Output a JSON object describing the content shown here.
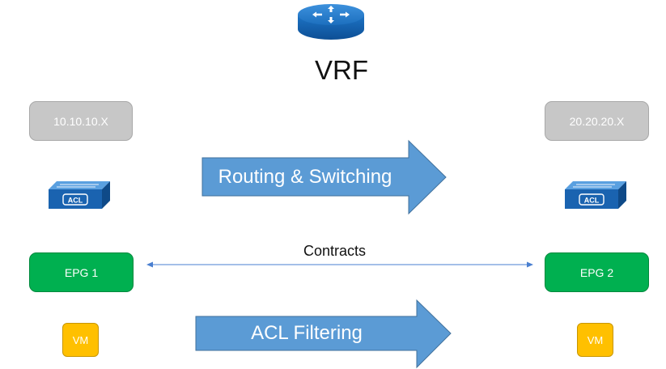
{
  "title": "VRF",
  "left": {
    "subnet": "10.10.10.X",
    "epg": "EPG 1",
    "vm": "VM",
    "switch_icon_label": "ACL"
  },
  "right": {
    "subnet": "20.20.20.X",
    "epg": "EPG 2",
    "vm": "VM",
    "switch_icon_label": "ACL"
  },
  "arrows": {
    "top": "Routing & Switching",
    "bottom": "ACL Filtering"
  },
  "contracts": "Contracts",
  "colors": {
    "router": "#1f6fbf",
    "arrow_fill": "#5b9bd5",
    "subnet_box": "#c7c7c7",
    "epg_box": "#00b050",
    "vm_box": "#ffc000",
    "contract_line": "#4a7fd0"
  }
}
